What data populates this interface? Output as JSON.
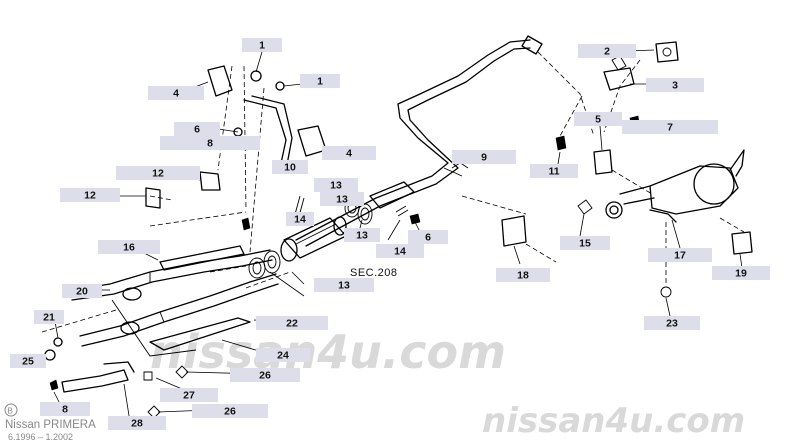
{
  "watermarks": {
    "center": "nissan4u.com",
    "bottom": "nissan4u.com"
  },
  "section_ref": "SEC.208",
  "vehicle": {
    "brand": "Nissan PRIMERA",
    "dates": "6.1996 – 1.2002",
    "badge": "B"
  },
  "callouts": [
    {
      "id": "c1",
      "text": "1"
    },
    {
      "id": "c2",
      "text": "1"
    },
    {
      "id": "c3",
      "text": "2"
    },
    {
      "id": "c4",
      "text": "3"
    },
    {
      "id": "c5",
      "text": "4"
    },
    {
      "id": "c6",
      "text": "4"
    },
    {
      "id": "c7",
      "text": "5"
    },
    {
      "id": "c8",
      "text": "6"
    },
    {
      "id": "c9",
      "text": "6"
    },
    {
      "id": "c10",
      "text": "7"
    },
    {
      "id": "c11",
      "text": "8"
    },
    {
      "id": "c12",
      "text": "8"
    },
    {
      "id": "c13",
      "text": "9"
    },
    {
      "id": "c14",
      "text": "10"
    },
    {
      "id": "c15",
      "text": "11"
    },
    {
      "id": "c16",
      "text": "12"
    },
    {
      "id": "c17",
      "text": "12"
    },
    {
      "id": "c18",
      "text": "13"
    },
    {
      "id": "c19",
      "text": "13"
    },
    {
      "id": "c20",
      "text": "13"
    },
    {
      "id": "c21",
      "text": "13"
    },
    {
      "id": "c22",
      "text": "14"
    },
    {
      "id": "c23",
      "text": "14"
    },
    {
      "id": "c24",
      "text": "15"
    },
    {
      "id": "c25",
      "text": "16"
    },
    {
      "id": "c26",
      "text": "17"
    },
    {
      "id": "c27",
      "text": "18"
    },
    {
      "id": "c28",
      "text": "19"
    },
    {
      "id": "c29",
      "text": "20"
    },
    {
      "id": "c30",
      "text": "21"
    },
    {
      "id": "c31",
      "text": "22"
    },
    {
      "id": "c32",
      "text": "23"
    },
    {
      "id": "c33",
      "text": "24"
    },
    {
      "id": "c34",
      "text": "25"
    },
    {
      "id": "c35",
      "text": "26"
    },
    {
      "id": "c36",
      "text": "26"
    },
    {
      "id": "c37",
      "text": "27"
    },
    {
      "id": "c38",
      "text": "28"
    }
  ]
}
